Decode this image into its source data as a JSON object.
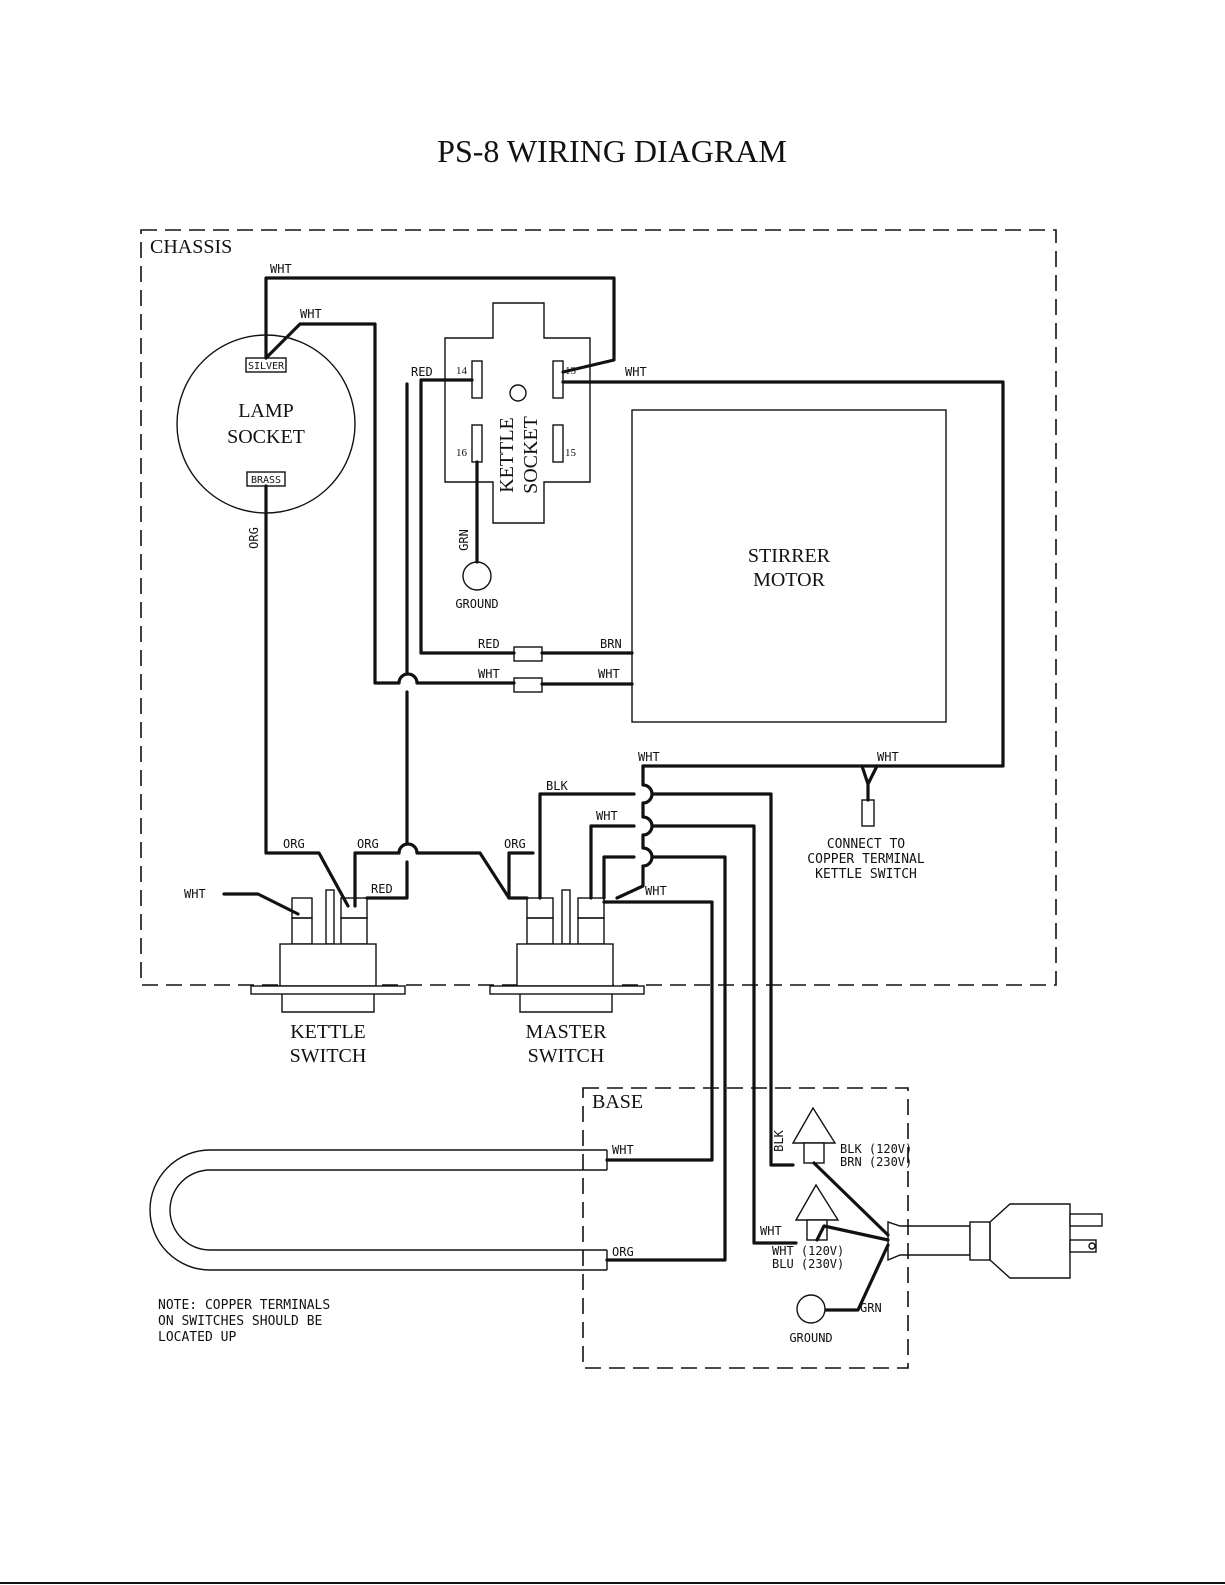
{
  "title": "PS-8 WIRING DIAGRAM",
  "regions": {
    "chassis": "CHASSIS",
    "base": "BASE"
  },
  "components": {
    "lamp_socket": [
      "LAMP",
      "SOCKET"
    ],
    "lamp_silver": "SILVER",
    "lamp_brass": "BRASS",
    "kettle_socket": [
      "KETTLE",
      "SOCKET"
    ],
    "pins": [
      "14",
      "13",
      "16",
      "15"
    ],
    "stirrer_motor": [
      "STIRRER",
      "MOTOR"
    ],
    "kettle_switch": [
      "KETTLE",
      "SWITCH"
    ],
    "master_switch": [
      "MASTER",
      "SWITCH"
    ],
    "ground": "GROUND"
  },
  "wires": {
    "wht": "WHT",
    "red": "RED",
    "org": "ORG",
    "grn": "GRN",
    "brn": "BRN",
    "blk": "BLK"
  },
  "notes": {
    "connect": [
      "CONNECT TO",
      "COPPER TERMINAL",
      "KETTLE SWITCH"
    ],
    "blk_label": [
      "BLK (120V)",
      "BRN (230V)"
    ],
    "wht_label": [
      "WHT (120V)",
      "BLU (230V)"
    ],
    "note": [
      "NOTE: COPPER TERMINALS",
      "ON SWITCHES SHOULD BE",
      "LOCATED UP"
    ]
  }
}
